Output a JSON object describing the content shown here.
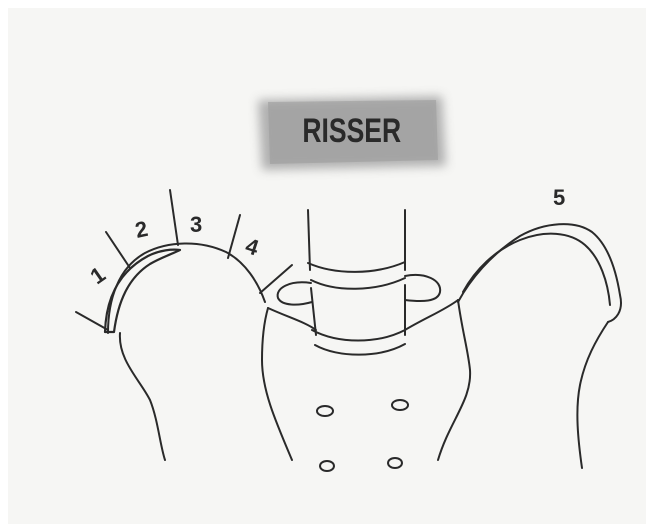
{
  "title": "RISSER",
  "stage_labels": [
    "1",
    "2",
    "3",
    "4",
    "5"
  ],
  "colors": {
    "background": "#f6f6f4",
    "banner": "#a9a9a9",
    "ink": "#2a2a2a"
  }
}
